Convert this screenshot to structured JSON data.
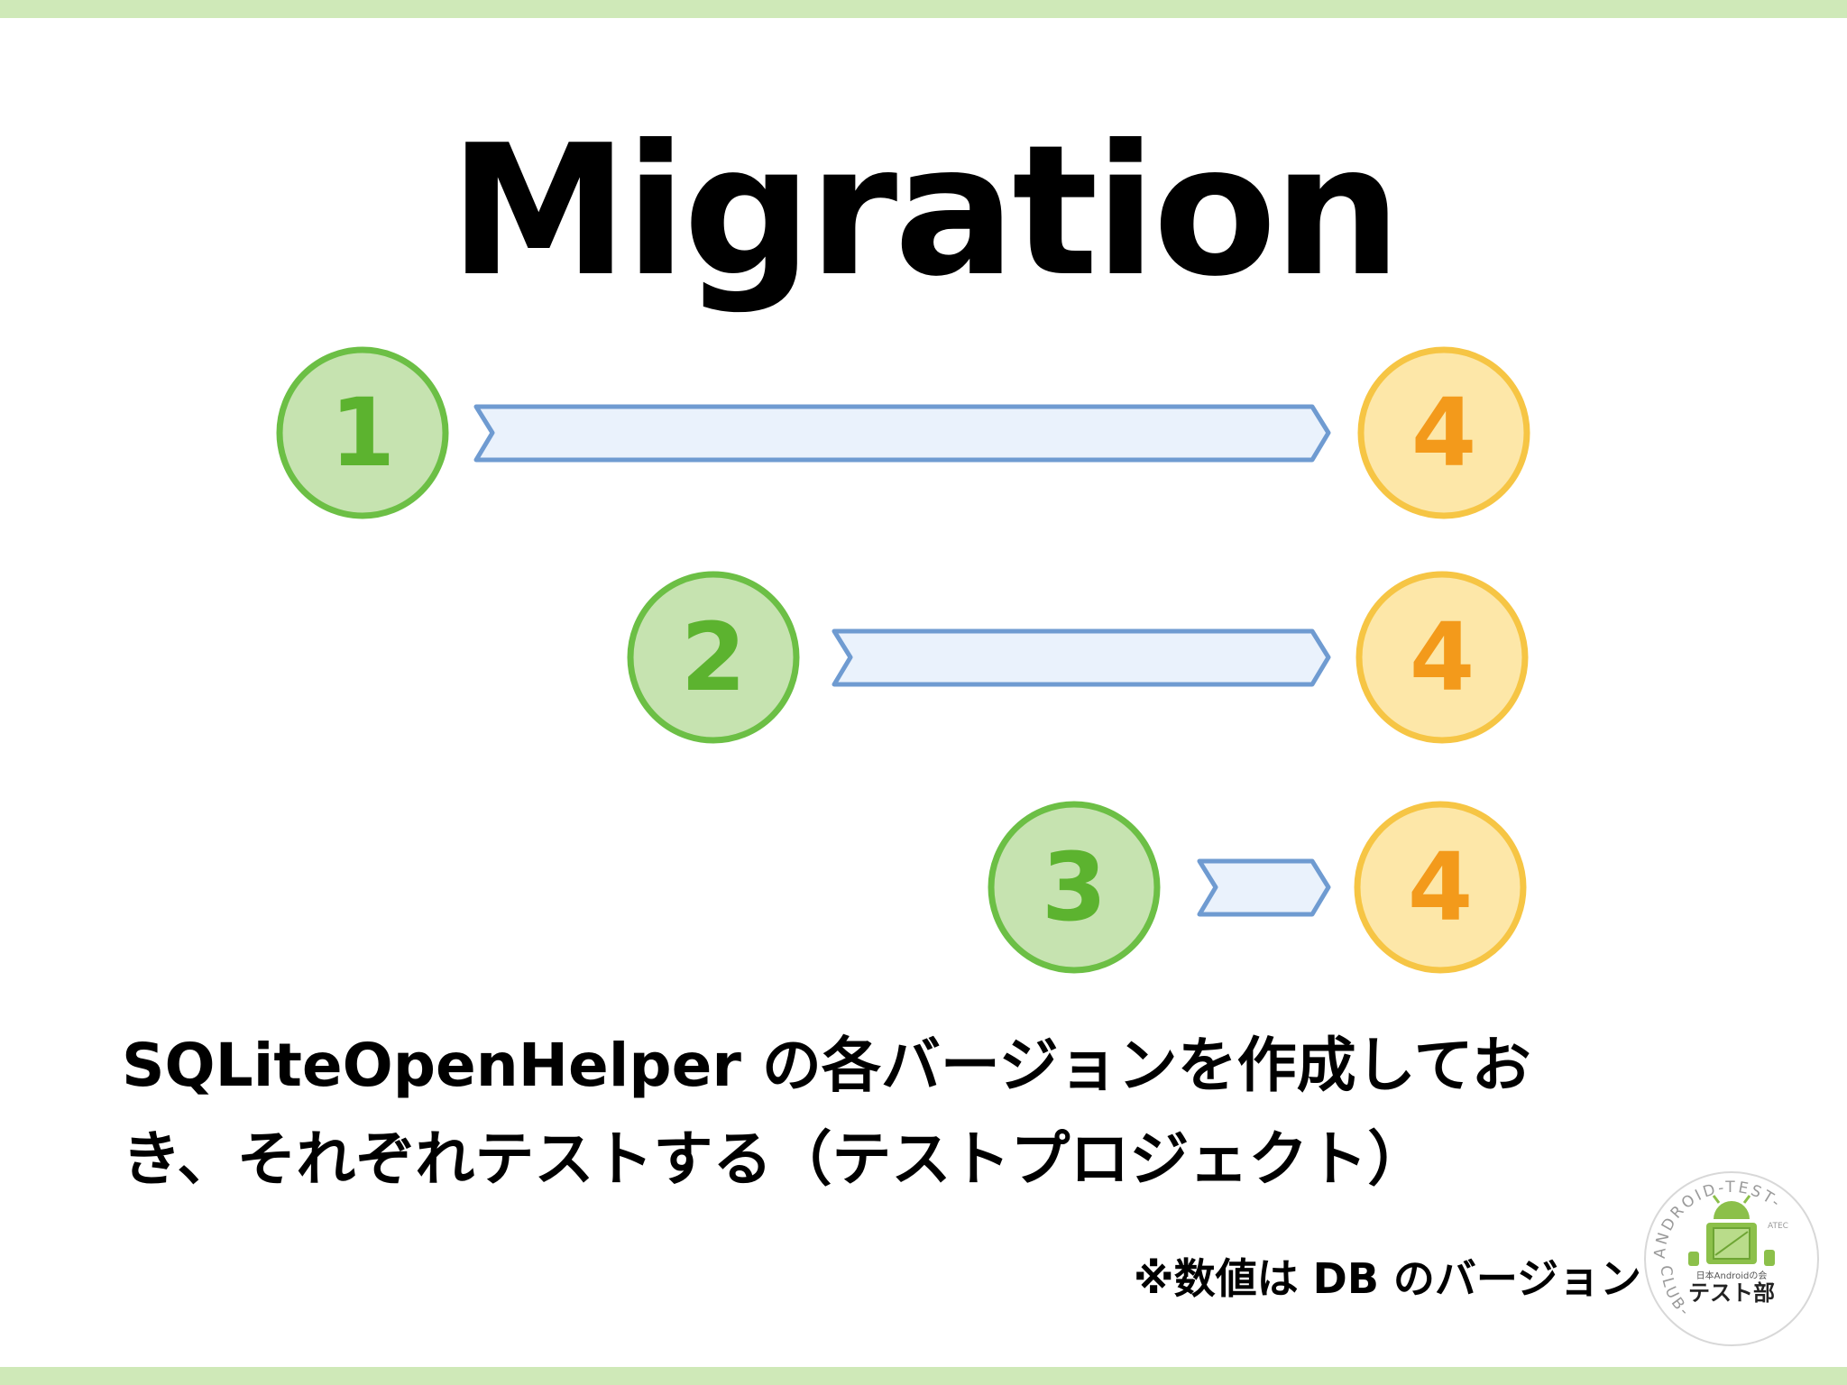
{
  "title": "Migration",
  "migrations": [
    {
      "from": "1",
      "to": "4"
    },
    {
      "from": "2",
      "to": "4"
    },
    {
      "from": "3",
      "to": "4"
    }
  ],
  "caption_line1": "SQLiteOpenHelper の各バージョンを作成してお",
  "caption_line2": "き、それぞれテストする（テストプロジェクト）",
  "note": "※数値は DB のバージョン",
  "logo": {
    "icon": "android-robot-icon",
    "top_text": "ANDROID-TEST-",
    "bottom_text": "CLUB-",
    "small_text": "ATEC",
    "caption_small": "日本Androidの会",
    "caption_main": "テスト部"
  },
  "colors": {
    "band": "#cfe9b8",
    "from_circle_fill": "#c6e3b0",
    "from_circle_stroke": "#6cbf45",
    "from_text": "#5cb32f",
    "to_circle_fill": "#fde7a8",
    "to_circle_stroke": "#f6c544",
    "to_text": "#f39a1b",
    "arrow_fill": "#eaf2fc",
    "arrow_stroke": "#6f9bd1"
  }
}
